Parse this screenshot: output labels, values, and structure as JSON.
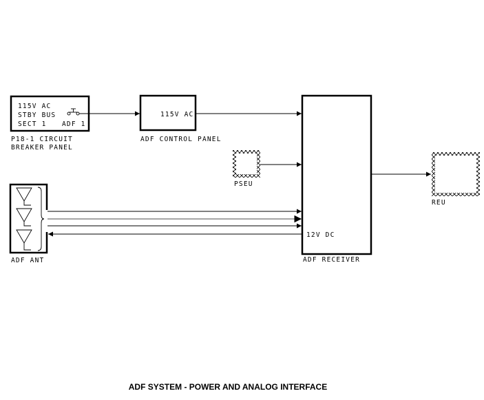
{
  "diagram": {
    "title": "ADF SYSTEM - POWER AND ANALOG INTERFACE",
    "circuit_breaker": {
      "lines": [
        "115V AC",
        "STBY BUS",
        "SECT 1"
      ],
      "breaker_label": "ADF 1",
      "caption": [
        "P18-1 CIRCUIT",
        "BREAKER PANEL"
      ]
    },
    "control_panel": {
      "inner_label": "115V AC",
      "caption": "ADF CONTROL PANEL"
    },
    "pseu": {
      "caption": "PSEU"
    },
    "receiver": {
      "inner_label": "12V DC",
      "caption": "ADF RECEIVER"
    },
    "reu": {
      "caption": "REU"
    },
    "antenna": {
      "caption": "ADF ANT",
      "element_count": 3
    }
  }
}
